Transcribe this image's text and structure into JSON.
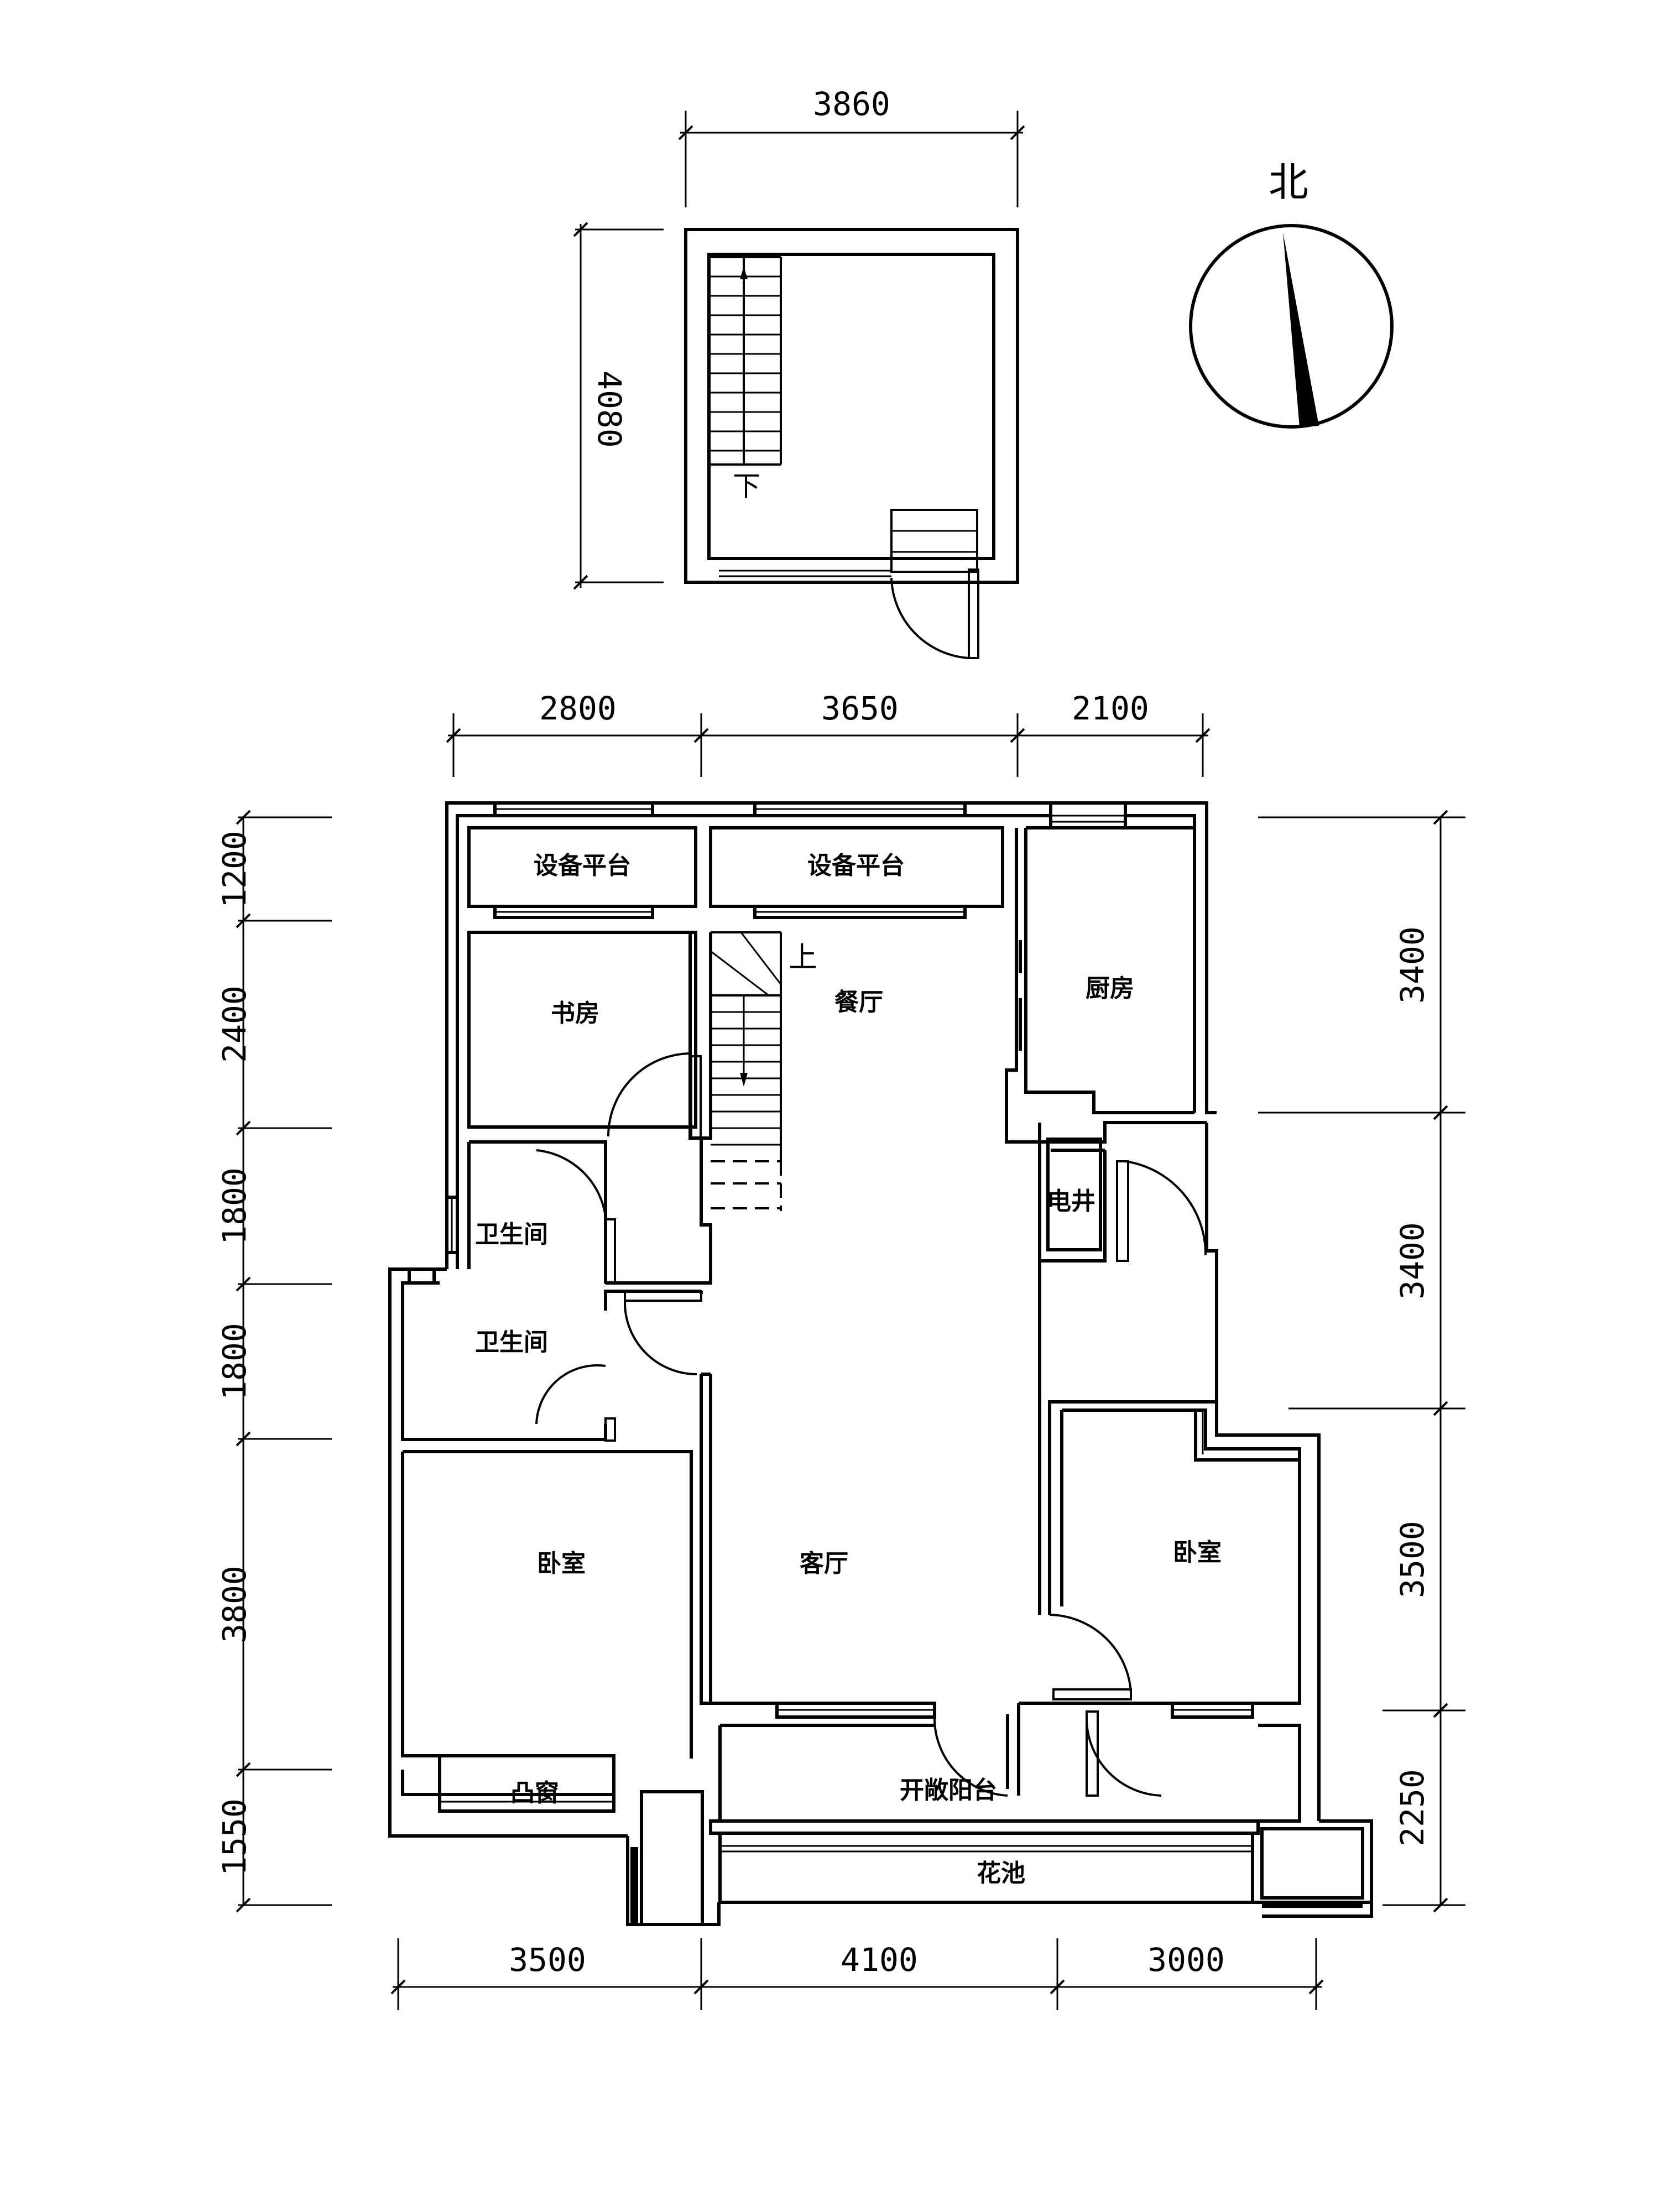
{
  "compass": {
    "north_label": "北"
  },
  "upper_floor": {
    "width_dim": "3860",
    "height_dim": "4080",
    "stair_label": "下"
  },
  "rooms": {
    "equipment_left": "设备平台",
    "equipment_mid": "设备平台",
    "study": "书房",
    "dining": "餐厅",
    "kitchen": "厨房",
    "stair_up": "上",
    "electric_shaft": "电井",
    "bath_1": "卫生间",
    "bath_2": "卫生间",
    "bedroom_left": "卧室",
    "living": "客厅",
    "bedroom_right": "卧室",
    "bay_window": "凸窗",
    "open_balcony": "开敞阳台",
    "planter": "花池"
  },
  "dims": {
    "top": [
      "2800",
      "3650",
      "2100"
    ],
    "bottom": [
      "3500",
      "4100",
      "3000"
    ],
    "left": [
      "1200",
      "2400",
      "1800",
      "1800",
      "3800",
      "1550"
    ],
    "right": [
      "3400",
      "3400",
      "3500",
      "2250"
    ]
  }
}
